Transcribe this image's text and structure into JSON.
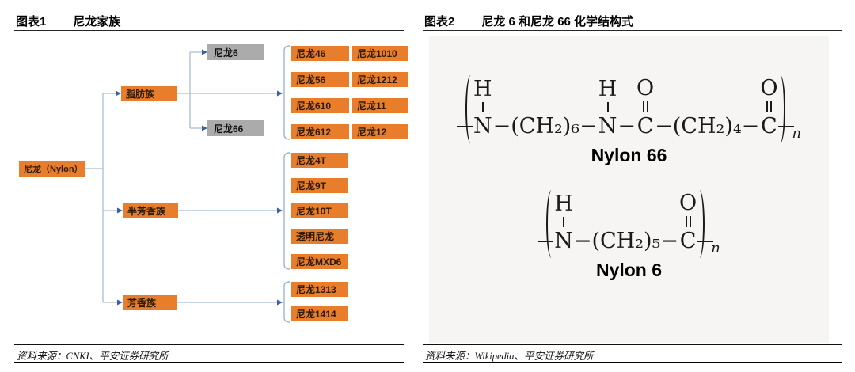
{
  "fig1": {
    "tag": "图表1",
    "title": "尼龙家族",
    "source": "资料来源：CNKI、平安证券研究所",
    "root": "尼龙（Nylon）",
    "families": [
      "脂肪族",
      "半芳香族",
      "芳香族"
    ],
    "gray_nodes": [
      "尼龙6",
      "尼龙66"
    ],
    "aliphatic_col1": [
      "尼龙46",
      "尼龙56",
      "尼龙610",
      "尼龙612"
    ],
    "aliphatic_col2": [
      "尼龙1010",
      "尼龙1212",
      "尼龙11",
      "尼龙12"
    ],
    "semi_aromatic": [
      "尼龙4T",
      "尼龙9T",
      "尼龙10T",
      "透明尼龙",
      "尼龙MXD6"
    ],
    "aromatic": [
      "尼龙1313",
      "尼龙1414"
    ]
  },
  "fig2": {
    "tag": "图表2",
    "title": "尼龙 6 和尼龙 66 化学结构式",
    "source": "资料来源：Wikipedia、平安证券研究所",
    "nylon66": {
      "h1": "H",
      "n1": "N",
      "chain1": "−(CH₂)₆−",
      "h2": "H",
      "n2": "N",
      "dash1": "−",
      "o1": "O",
      "c1": "C",
      "chain2": "−(CH₂)₄−",
      "o2": "O",
      "c2": "C",
      "sub": "n",
      "label": "Nylon 66"
    },
    "nylon6": {
      "h1": "H",
      "n1": "N",
      "chain1": "−(CH₂)₅−",
      "o1": "O",
      "c1": "C",
      "sub": "n",
      "label": "Nylon 6"
    }
  },
  "colors": {
    "node_orange": "#E87E2B",
    "node_gray": "#ABABAB",
    "connector_line": "#A9BCD6",
    "arrowhead": "#3B5EA8",
    "rule_black": "#111111",
    "chem_bg": "#F6F5F3"
  }
}
